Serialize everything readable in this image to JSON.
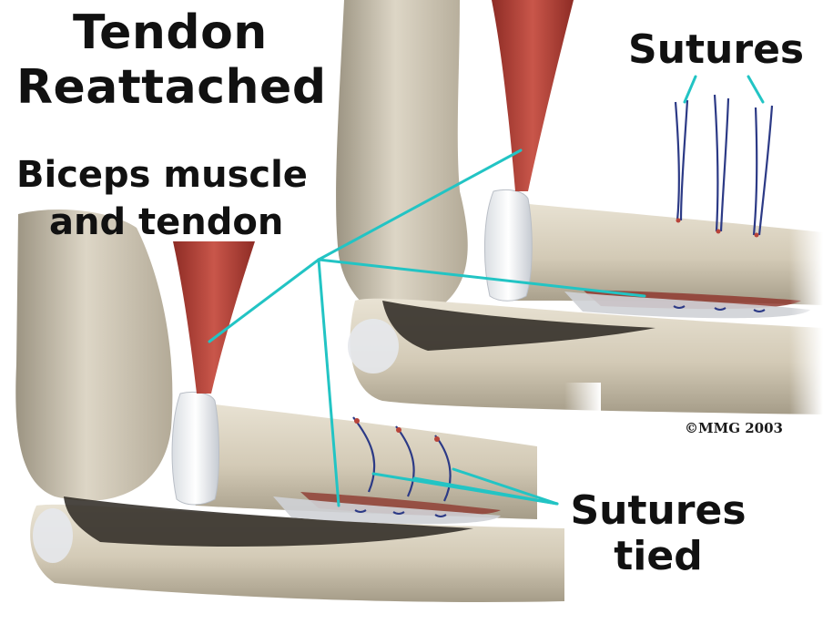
{
  "labels": {
    "title_line1": "Tendon",
    "title_line2": "Reattached",
    "subtitle_line1": "Biceps muscle",
    "subtitle_line2": "and tendon",
    "sutures": "Sutures",
    "sutures_tied_line1": "Sutures",
    "sutures_tied_line2": "tied",
    "copyright": "©MMG 2003"
  },
  "colors": {
    "bone": "#d8d0bf",
    "bone_shadow": "#a89f8c",
    "muscle": "#b8443a",
    "leader_line": "#22c4c4",
    "suture": "#2c3a86",
    "text": "#111111"
  }
}
